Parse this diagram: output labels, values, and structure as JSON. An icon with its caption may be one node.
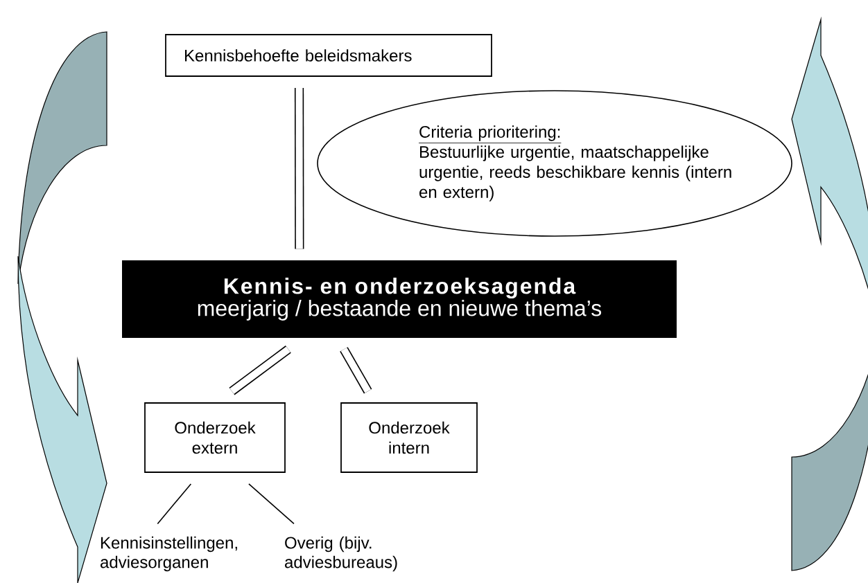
{
  "diagram": {
    "nodes": [
      {
        "text": [
          "Kennisbehoefte beleidsmakers"
        ]
      },
      {
        "text": [
          "Criteria prioritering:",
          "Bestuurlijke urgentie, maatschappelijke urgentie, reeds beschikbare kennis (intern en extern)"
        ]
      },
      {
        "text": [
          "Kennis- en onderzoeksagenda",
          "meerjarig / bestaande en nieuwe thema’s"
        ]
      },
      {
        "text": [
          "Onderzoek extern"
        ]
      },
      {
        "text": [
          "Onderzoek intern"
        ]
      },
      {
        "text": [
          "Kennisinstellingen, adviesorganen"
        ]
      },
      {
        "text": [
          "Overig (bijv. adviesbureaus)"
        ]
      }
    ],
    "edges": [
      {
        "from": 0,
        "to": 2,
        "arrow": "none"
      },
      {
        "from": 2,
        "to": 3,
        "arrow": "none"
      },
      {
        "from": 2,
        "to": 4,
        "arrow": "none"
      },
      {
        "from": 3,
        "to": 5,
        "arrow": "none"
      },
      {
        "from": 3,
        "to": 6,
        "arrow": "none"
      }
    ]
  }
}
